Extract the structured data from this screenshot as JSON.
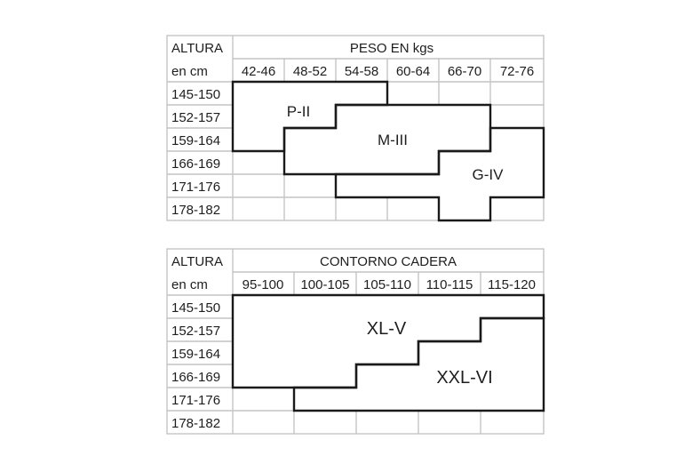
{
  "weight_table": {
    "corner_top": "ALTURA",
    "corner_bottom": "en cm",
    "group_header": "PESO EN kgs",
    "columns": [
      "42-46",
      "48-52",
      "54-58",
      "60-64",
      "66-70",
      "72-76"
    ],
    "rows": [
      "145-150",
      "152-157",
      "159-164",
      "166-169",
      "171-176",
      "178-182"
    ],
    "sizes": [
      "P-II",
      "M-III",
      "G-IV"
    ]
  },
  "hip_table": {
    "corner_top": "ALTURA",
    "corner_bottom": "en cm",
    "group_header": "CONTORNO CADERA",
    "columns": [
      "95-100",
      "100-105",
      "105-110",
      "110-115",
      "115-120"
    ],
    "rows": [
      "145-150",
      "152-157",
      "159-164",
      "166-169",
      "171-176",
      "178-182"
    ],
    "sizes": [
      "XL-V",
      "XXL-VI"
    ]
  }
}
